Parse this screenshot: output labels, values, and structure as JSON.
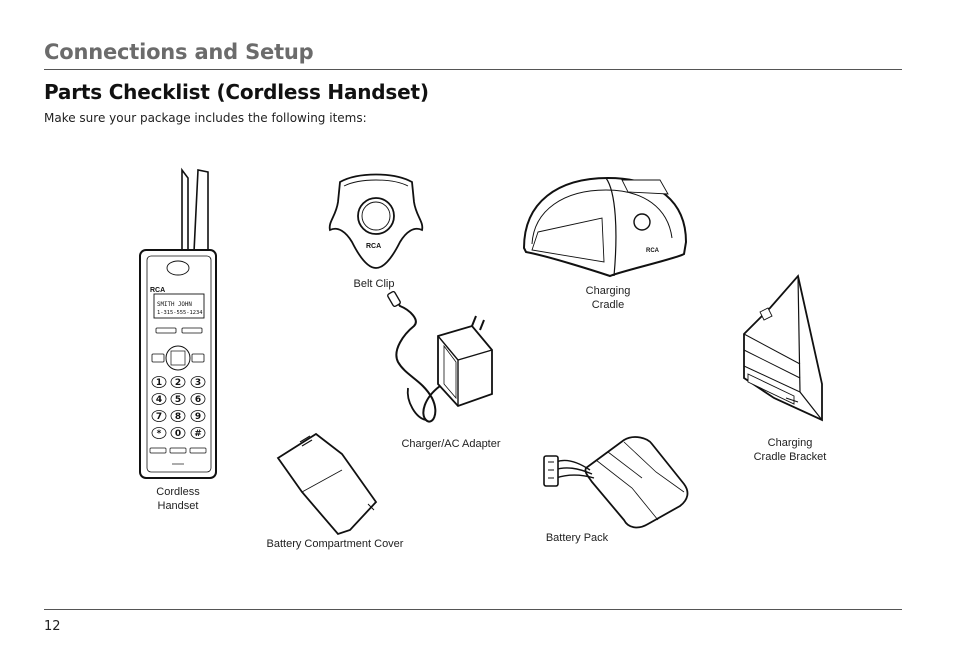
{
  "header": {
    "section_title": "Connections and Setup",
    "page_title": "Parts Checklist (Cordless Handset)",
    "intro": "Make sure your package includes the following items:"
  },
  "parts": {
    "cordless_handset": "Cordless\nHandset",
    "belt_clip": "Belt Clip",
    "charging_cradle": "Charging\nCradle",
    "charger_adapter": "Charger/AC Adapter",
    "charging_cradle_bracket": "Charging\nCradle Bracket",
    "battery_cover": "Battery Compartment Cover",
    "battery_pack": "Battery Pack"
  },
  "handset": {
    "logo": "RCA",
    "display_name": "SMITH JOHN",
    "display_number": "1-315-555-1234"
  },
  "belt_clip_logo": "RCA",
  "footer": {
    "page_number": "12"
  }
}
